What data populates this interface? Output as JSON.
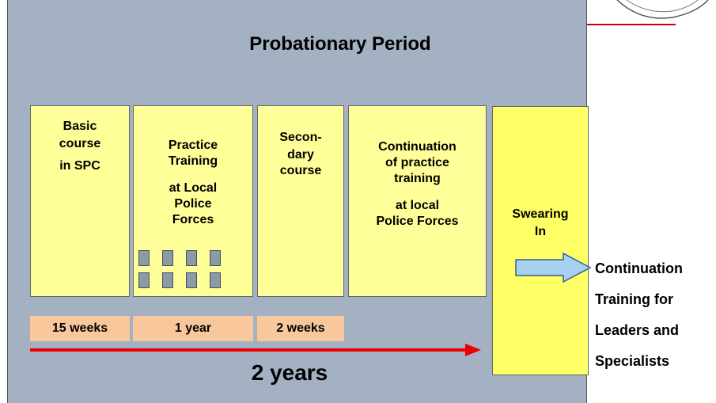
{
  "title": "Probationary Period",
  "phases": [
    {
      "lines": [
        "Basic",
        "course",
        "in SPC"
      ]
    },
    {
      "lines": [
        "Practice",
        "Training",
        "at Local",
        "Police",
        "Forces"
      ]
    },
    {
      "lines": [
        "Secon-",
        "dary",
        "course"
      ]
    },
    {
      "lines": [
        "Continuation",
        "of practice",
        "training",
        "at local",
        "Police Forces"
      ]
    }
  ],
  "durations": [
    "15 weeks",
    "1 year",
    "2 weeks"
  ],
  "swearing": [
    "Swearing",
    "In"
  ],
  "total_duration": "2 years",
  "continuation": [
    "Continuation",
    "Training for",
    "Leaders and",
    "Specialists"
  ],
  "colors": {
    "panel": "#a3b1c2",
    "phase_box": "#ffff99",
    "swearing_box": "#ffff66",
    "duration_box": "#f8c89c",
    "timeline_arrow": "#ee0000",
    "pointer_arrow": "#a8d0f0"
  }
}
